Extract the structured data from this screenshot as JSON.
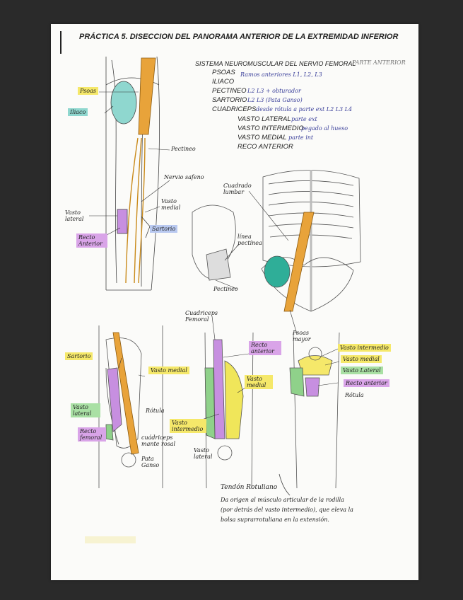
{
  "title": "PRÁCTICA 5. DISECCION DEL PANORAMA ANTERIOR DE LA EXTREMIDAD INFERIOR",
  "printed": {
    "sistema": "SISTEMA NEUROMUSCULAR DEL NERVIO FEMORAL",
    "psoas": "PSOAS",
    "iliaco": "ILIACO",
    "pectineo": "PECTINEO",
    "sartorio": "SARTORIO",
    "cuadriceps": "CUADRICEPS",
    "vasto_lateral": "VASTO LATERAL",
    "vasto_intermedio": "VASTO INTERMEDIO",
    "vasto_medial": "VASTO MEDIAL",
    "reco_anterior": "RECO ANTERIOR"
  },
  "notes": {
    "parte_anterior": "PARTE ANTERIOR",
    "psoas": "Ramos anteriores L1, L2, L3",
    "pectineo": "L2 L3 + obturador",
    "sartorio": "L2 L3 (Pata Ganso)",
    "cuadriceps": "desde rótula a parte ext L2 L3 L4",
    "vasto_lateral": "parte ext",
    "vasto_intermedio": "pegado al hueso",
    "vasto_medial": "parte int"
  },
  "labels": {
    "fig1_psoas": "Psoas",
    "fig1_iliaco": "Iliaco",
    "fig1_pectineo": "Pectineo",
    "fig1_nervio_safeno": "Nervio safeno",
    "fig1_vasto_medial": "Vasto medial",
    "fig1_vasto_lateral": "Vasto lateral",
    "fig1_sartorio": "Sartorio",
    "fig1_recto_anterior": "Recto Anterior",
    "fig2_cuadrado_lumbar": "Cuadrado lumbar",
    "fig2_linea_pectinea": "línea pectínea",
    "fig2_pectineo": "Pectineo",
    "fig2_psoas_mayor": "Psoas mayor",
    "fig3_cuadriceps_femoral": "Cuadriceps Femoral",
    "fig3_sartorio": "Sartorio",
    "fig3_vasto_medial": "Vasto medial",
    "fig3_vasto_lateral": "Vasto lateral",
    "fig3_recto_femoral": "Recto femoral",
    "fig3_rotula": "Rótula",
    "fig3_cuadriceps_tendon": "cuádriceps mante rosal",
    "fig3_pata_ganso": "Pata Ganso",
    "fig4_recto_anterior": "Recto anterior",
    "fig4_vasto_medial": "Vasto medial",
    "fig4_vasto_intermedio": "Vasto intermedio",
    "fig4_vasto_lateral": "Vasto lateral",
    "fig5_vasto_intermedio": "Vasto intermedio",
    "fig5_vasto_medial": "Vasto medial",
    "fig5_vasto_lateral": "Vasto Lateral",
    "fig5_recto_anterior": "Recto anterior",
    "fig5_rotula": "Rótula"
  },
  "footer": {
    "tendon": "Tendón Rotuliano",
    "note_line1": "Da origen al músculo articular de la rodilla",
    "note_line2": "(por detrás del vasto intermedio), que eleva la",
    "note_line3": "bolsa suprarrotuliana en la extensión."
  },
  "colors": {
    "highlight_yellow": "#f5e86a",
    "highlight_green": "#a9e0a4",
    "highlight_purple": "#d9a4e8",
    "highlight_cyan": "#8fd7cf",
    "highlight_blue": "#b9c9f0",
    "muscle_orange": "#e8a33a",
    "handwriting_ink": "#3a3f9a"
  }
}
